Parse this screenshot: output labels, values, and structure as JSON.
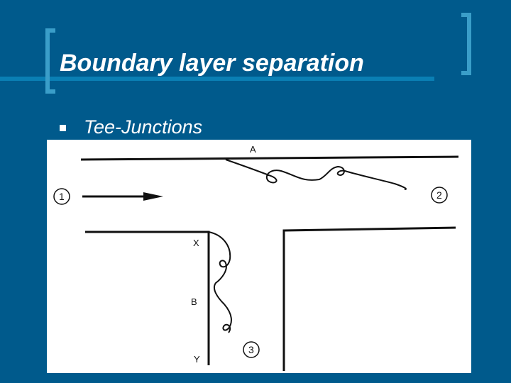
{
  "slide": {
    "title": "Boundary layer separation",
    "bullet": "Tee-Junctions"
  },
  "figure": {
    "labels": {
      "a": "A",
      "b": "B",
      "x": "X",
      "y": "Y",
      "inlet": "1",
      "outlet_straight": "2",
      "outlet_branch": "3"
    }
  },
  "colors": {
    "background": "#005a8c",
    "accent": "#3a9ec9",
    "text": "#ffffff"
  }
}
